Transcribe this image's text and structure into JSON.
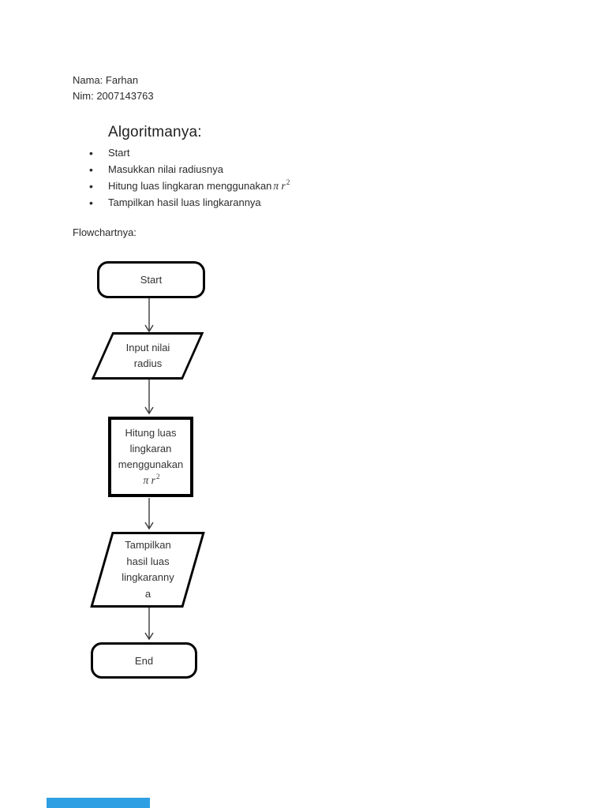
{
  "student": {
    "name_line": "Nama: Farhan",
    "nim_line": "Nim: 2007143763"
  },
  "algorithm": {
    "heading": "Algoritmanya:",
    "items": [
      {
        "text": "Start"
      },
      {
        "text": "Masukkan nilai radiusnya"
      },
      {
        "text": "Hitung luas lingkaran menggunakan",
        "math": "π r",
        "sup": "2"
      },
      {
        "text": "Tampilkan hasil luas lingkarannya"
      }
    ]
  },
  "flowchart_label": "Flowchartnya:",
  "flowchart": {
    "nodes": {
      "start": {
        "label": "Start"
      },
      "input": {
        "line1": "Input nilai",
        "line2": "radius"
      },
      "process": {
        "line1": "Hitung luas",
        "line2": "lingkaran",
        "line3": "menggunakan",
        "math": "π r",
        "sup": "2"
      },
      "output": {
        "line1": "Tampilkan",
        "line2": "hasil luas",
        "line3": "lingkaranny",
        "line4": "a"
      },
      "end": {
        "label": "End"
      }
    }
  },
  "colors": {
    "shape_border": "#000000",
    "body_text": "#2b2b2b",
    "loading_bar": "#2e9fe3"
  }
}
